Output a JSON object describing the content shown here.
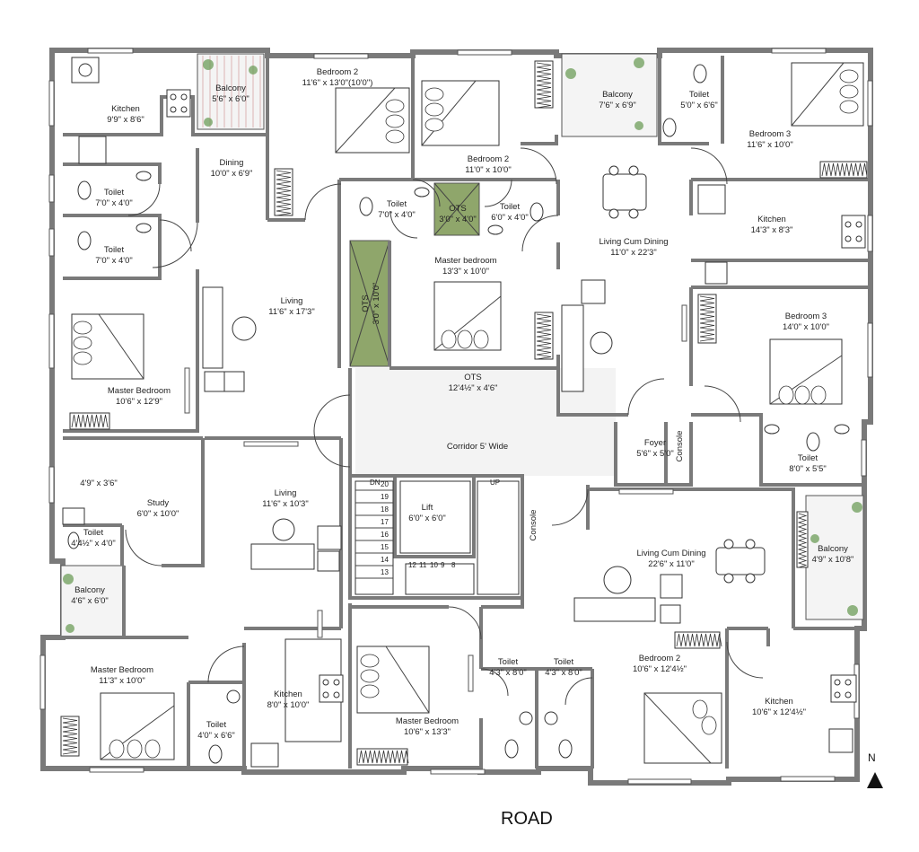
{
  "plan": {
    "road_label": "ROAD",
    "north_label": "N",
    "rooms": [
      {
        "id": "kitchen-nw",
        "name": "Kitchen",
        "dim": "9'9\" x 8'6\""
      },
      {
        "id": "balcony-nw",
        "name": "Balcony",
        "dim": "5'6\" x 6'0\""
      },
      {
        "id": "bedroom2-n",
        "name": "Bedroom 2",
        "dim": "11'6\" x 13'0\"(10'0\")"
      },
      {
        "id": "bedroom2-nc",
        "name": "Bedroom 2",
        "dim": "11'0\" x 10'0\""
      },
      {
        "id": "balcony-nc",
        "name": "Balcony",
        "dim": "7'6\" x 6'9\""
      },
      {
        "id": "toilet-ne",
        "name": "Toilet",
        "dim": "5'0\" x 6'6\""
      },
      {
        "id": "bedroom3-ne",
        "name": "Bedroom 3",
        "dim": "11'6\" x 10'0\""
      },
      {
        "id": "dining-nw",
        "name": "Dining",
        "dim": "10'0\" x 6'9\""
      },
      {
        "id": "toilet-w1",
        "name": "Toilet",
        "dim": "7'0\" x 4'0\""
      },
      {
        "id": "toilet-w2",
        "name": "Toilet",
        "dim": "7'0\" x 4'0\""
      },
      {
        "id": "toilet-c1",
        "name": "Toilet",
        "dim": "7'0\" x 4'0\""
      },
      {
        "id": "ots-small",
        "name": "OTS",
        "dim": "3'0\" x 4'0\""
      },
      {
        "id": "toilet-c2",
        "name": "Toilet",
        "dim": "6'0\" x 4'0\""
      },
      {
        "id": "kitchen-ne",
        "name": "Kitchen",
        "dim": "14'3\" x 8'3\""
      },
      {
        "id": "living-dining-ne",
        "name": "Living Cum Dining",
        "dim": "11'0\" x 22'3\""
      },
      {
        "id": "master-bed-c",
        "name": "Master bedroom",
        "dim": "13'3\" x 10'0\""
      },
      {
        "id": "ots-vertical",
        "name": "OTS",
        "dim": "3'0\" x 10'0\""
      },
      {
        "id": "living-nw",
        "name": "Living",
        "dim": "11'6\" x 17'3\""
      },
      {
        "id": "master-bed-w",
        "name": "Master Bedroom",
        "dim": "10'6\" x 12'9\""
      },
      {
        "id": "bedroom3-e",
        "name": "Bedroom 3",
        "dim": "14'0\" x 10'0\""
      },
      {
        "id": "ots-center",
        "name": "OTS",
        "dim": "12'4½\" x 4'6\""
      },
      {
        "id": "corridor",
        "name": "Corridor 5' Wide",
        "dim": ""
      },
      {
        "id": "foyer",
        "name": "Foyer",
        "dim": "5'6\" x 5'0\""
      },
      {
        "id": "console-e",
        "name": "Console",
        "dim": ""
      },
      {
        "id": "toilet-e",
        "name": "Toilet",
        "dim": "8'0\" x 5'5\""
      },
      {
        "id": "study",
        "name": "Study",
        "dim": "6'0\" x 10'0\""
      },
      {
        "id": "study-nook",
        "name": "",
        "dim": "4'9\" x 3'6\""
      },
      {
        "id": "toilet-sw1",
        "name": "Toilet",
        "dim": "4'4½\" x 4'0\""
      },
      {
        "id": "living-sw",
        "name": "Living",
        "dim": "11'6\" x 10'3\""
      },
      {
        "id": "lift",
        "name": "Lift",
        "dim": "6'0\" x 6'0\""
      },
      {
        "id": "console-s",
        "name": "Console",
        "dim": ""
      },
      {
        "id": "living-dining-se",
        "name": "Living Cum Dining",
        "dim": "22'6\" x 11'0\""
      },
      {
        "id": "balcony-e",
        "name": "Balcony",
        "dim": "4'9\" x 10'8\""
      },
      {
        "id": "balcony-sw",
        "name": "Balcony",
        "dim": "4'6\" x 6'0\""
      },
      {
        "id": "master-bed-sw",
        "name": "Master Bedroom",
        "dim": "11'3\" x 10'0\""
      },
      {
        "id": "toilet-sw2",
        "name": "Toilet",
        "dim": "4'0\" x 6'6\""
      },
      {
        "id": "kitchen-s",
        "name": "Kitchen",
        "dim": "8'0\" x 10'0\""
      },
      {
        "id": "master-bed-s",
        "name": "Master Bedroom",
        "dim": "10'6\" x 13'3\""
      },
      {
        "id": "toilet-s1",
        "name": "Toilet",
        "dim": "4'3\" x 8'0\""
      },
      {
        "id": "toilet-s2",
        "name": "Toilet",
        "dim": "4'3\" x 8'0\""
      },
      {
        "id": "bedroom2-se",
        "name": "Bedroom 2",
        "dim": "10'6\" x 12'4½\""
      },
      {
        "id": "kitchen-se",
        "name": "Kitchen",
        "dim": "10'6\" x 12'4½\""
      }
    ],
    "stair": {
      "dn_label": "DN",
      "up_label": "UP",
      "steps_left": [
        "20",
        "19",
        "18",
        "17",
        "16",
        "15",
        "14",
        "13"
      ],
      "steps_bottom": [
        "12",
        "11",
        "10",
        "9",
        "8"
      ]
    }
  }
}
